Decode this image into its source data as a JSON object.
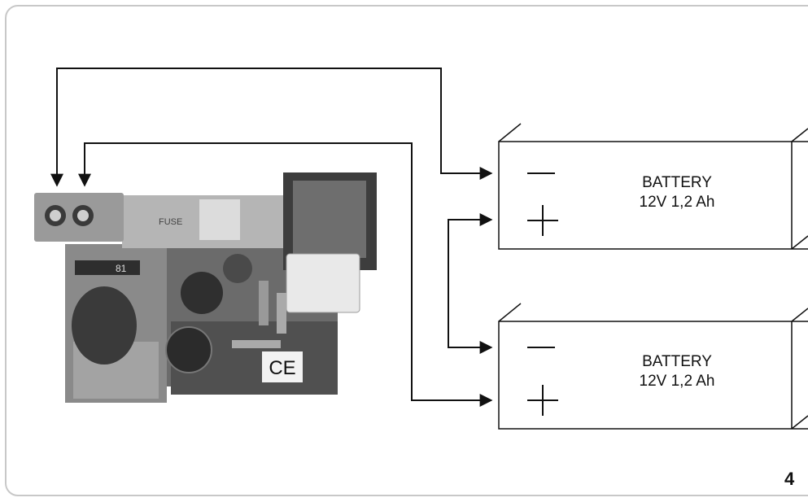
{
  "figure_number": "4",
  "batteries": [
    {
      "name": "BATTERY",
      "spec": "12V 1,2 Ah",
      "minus": "—",
      "plus": "+"
    },
    {
      "name": "BATTERY",
      "spec": "12V 1,2 Ah",
      "minus": "—",
      "plus": "+"
    }
  ],
  "board": {
    "ce_mark": "CE",
    "fuse_text": "FUSE",
    "diode_text": "81"
  },
  "colors": {
    "line": "#111111",
    "frame": "#c8c8c8",
    "pcb": "#5a5a5a",
    "terminal": "#9a9a9a"
  }
}
